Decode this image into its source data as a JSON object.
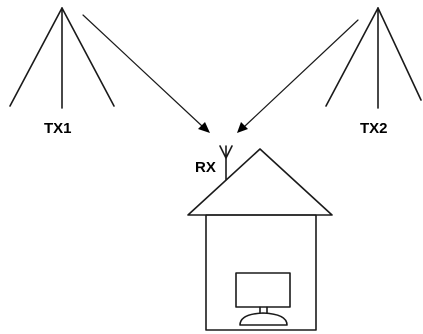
{
  "labels": {
    "tx1": "TX1",
    "tx2": "TX2",
    "rx": "RX"
  }
}
